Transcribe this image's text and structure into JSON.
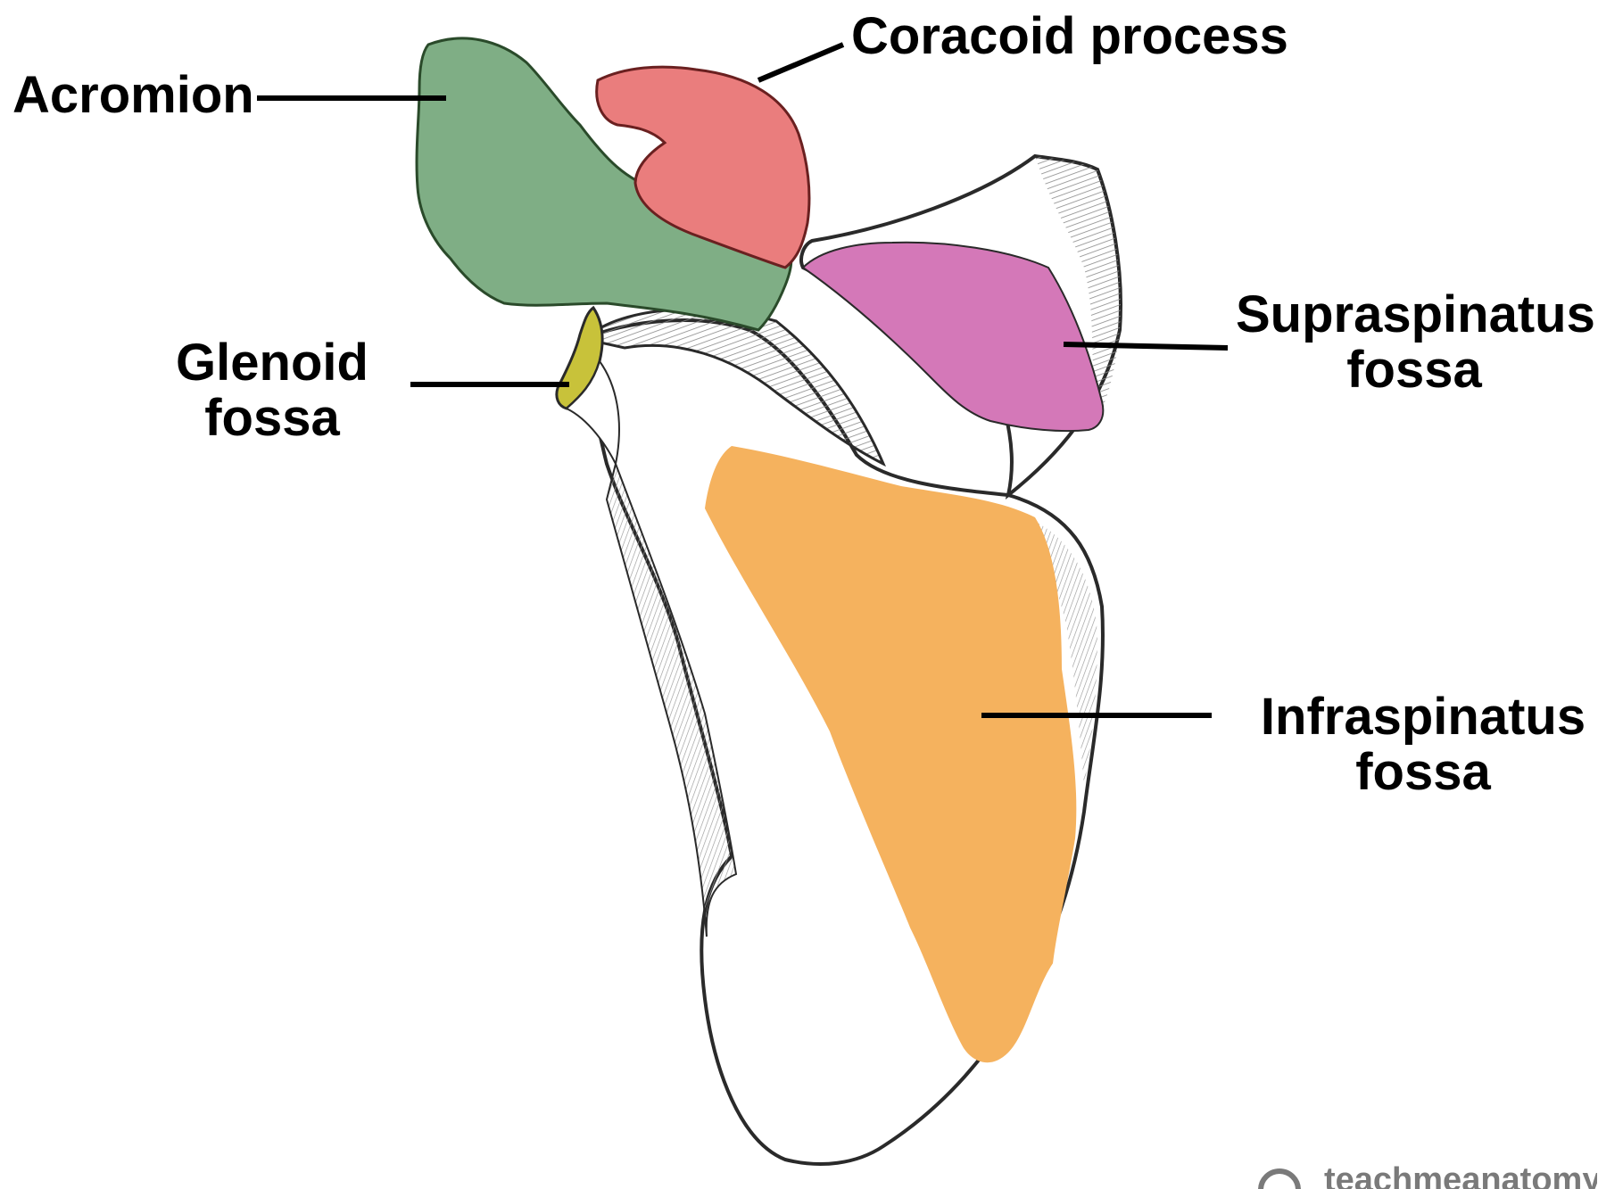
{
  "labels": {
    "acromion": "Acromion",
    "coracoid": "Coracoid process",
    "glenoid_line1": "Glenoid",
    "glenoid_line2": "fossa",
    "supra_line1": "Supraspinatus",
    "supra_line2": "fossa",
    "infra_line1": "Infraspinatus",
    "infra_line2": "fossa"
  },
  "watermark": "teachmeanatomy",
  "colors": {
    "acromion": "#7fae85",
    "coracoid": "#ea7d7d",
    "glenoid": "#c8c23a",
    "supraspinatus": "#d478b8",
    "infraspinatus": "#f5b25e",
    "bone_outline": "#2a2a2a",
    "shading": "#9a9a9a"
  }
}
